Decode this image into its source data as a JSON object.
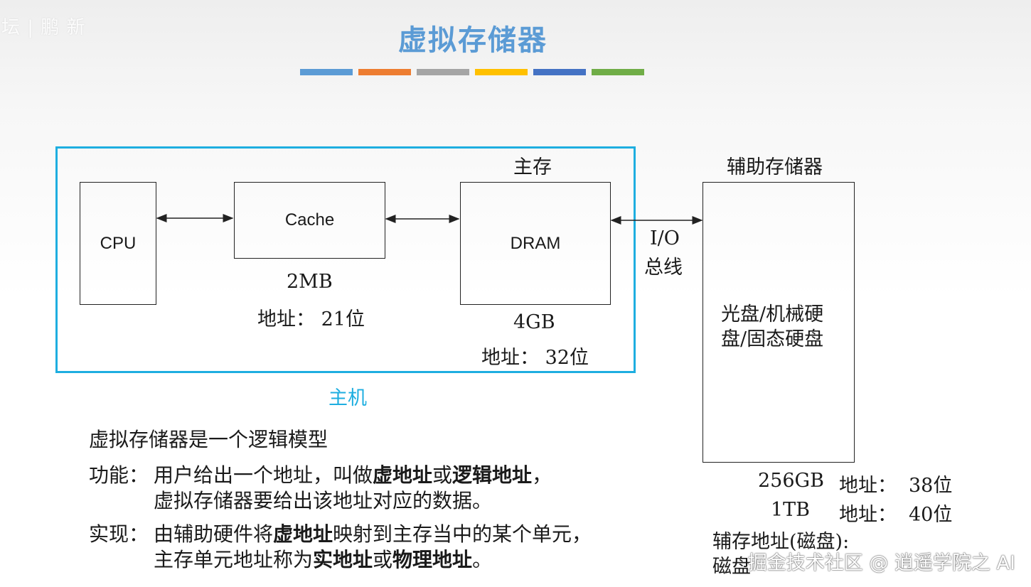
{
  "title": "虚拟存储器",
  "corner_watermark": "坛 | 鹏 新",
  "title_stripes": [
    "#5b9bd5",
    "#ed7d31",
    "#a5a5a5",
    "#ffc000",
    "#4472c4",
    "#70ad47"
  ],
  "host_label": "主机",
  "main_memory_label": "主存",
  "aux_storage_label": "辅助存储器",
  "cpu_label": "CPU",
  "cache": {
    "label": "Cache",
    "size": "2MB",
    "addr": "地址：  21位"
  },
  "dram": {
    "label": "DRAM",
    "size": "4GB",
    "addr": "地址：  32位"
  },
  "bus_label": [
    "I/O",
    "总线"
  ],
  "aux_box_text": [
    "光盘/机械硬",
    "盘/固态硬盘"
  ],
  "aux_specs": [
    {
      "size": "256GB",
      "addr_label": "地址：",
      "bits": "38位"
    },
    {
      "size": "1TB",
      "addr_label": "地址：",
      "bits": "40位"
    }
  ],
  "aux_addr_title": "辅存地址(磁盘):",
  "aux_addr_line": "磁盘",
  "description": {
    "intro": "虚拟存储器是一个逻辑模型",
    "function": {
      "head": "功能：",
      "line1_a": "用户给出一个地址，叫做",
      "line1_b": "虚地址",
      "line1_c": "或",
      "line1_d": "逻辑地址",
      "line1_e": "，",
      "line2": "虚拟存储器要给出该地址对应的数据。"
    },
    "implementation": {
      "head": "实现：",
      "line1_a": "由辅助硬件将",
      "line1_b": "虚地址",
      "line1_c": "映射到主存当中的某个单元，",
      "line2_a": "主存单元地址称为",
      "line2_b": "实地址",
      "line2_c": "或",
      "line2_d": "物理地址",
      "line2_e": "。"
    }
  },
  "bottom_watermark": "掘金技术社区 @ 逍遥学院之 AI"
}
